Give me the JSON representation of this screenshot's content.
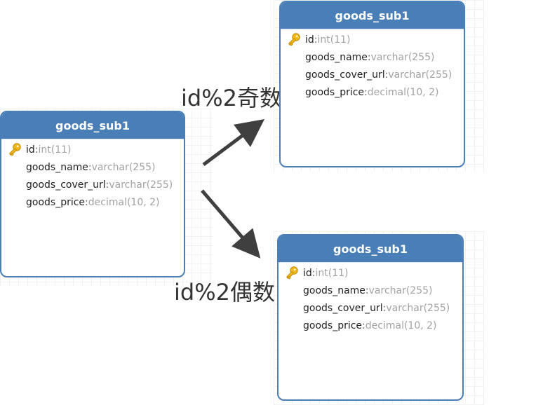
{
  "diagram": {
    "tables": [
      {
        "title": "goods_sub1",
        "fields": [
          {
            "name": "id",
            "sep": ": ",
            "type": "int(11)",
            "primary_key": true
          },
          {
            "name": "goods_name",
            "sep": ": ",
            "type": "varchar(255)",
            "primary_key": false
          },
          {
            "name": "goods_cover_url",
            "sep": ": ",
            "type": "varchar(255)",
            "primary_key": false
          },
          {
            "name": "goods_price",
            "sep": ": ",
            "type": "decimal(10, 2)",
            "primary_key": false
          }
        ]
      },
      {
        "title": "goods_sub1",
        "fields": [
          {
            "name": "id",
            "sep": ": ",
            "type": "int(11)",
            "primary_key": true
          },
          {
            "name": "goods_name",
            "sep": ": ",
            "type": "varchar(255)",
            "primary_key": false
          },
          {
            "name": "goods_cover_url",
            "sep": ": ",
            "type": "varchar(255)",
            "primary_key": false
          },
          {
            "name": "goods_price",
            "sep": ": ",
            "type": "decimal(10, 2)",
            "primary_key": false
          }
        ]
      },
      {
        "title": "goods_sub1",
        "fields": [
          {
            "name": "id",
            "sep": ": ",
            "type": "int(11)",
            "primary_key": true
          },
          {
            "name": "goods_name",
            "sep": ": ",
            "type": "varchar(255)",
            "primary_key": false
          },
          {
            "name": "goods_cover_url",
            "sep": ": ",
            "type": "varchar(255)",
            "primary_key": false
          },
          {
            "name": "goods_price",
            "sep": ": ",
            "type": "decimal(10, 2)",
            "primary_key": false
          }
        ]
      }
    ],
    "labels": {
      "odd": "id%2奇数",
      "even": "id%2偶数"
    },
    "colors": {
      "header": "#4a7eb7",
      "arrow": "#3f3f3f",
      "field_type": "#a2a2a2",
      "key": "#f2b81c"
    }
  }
}
